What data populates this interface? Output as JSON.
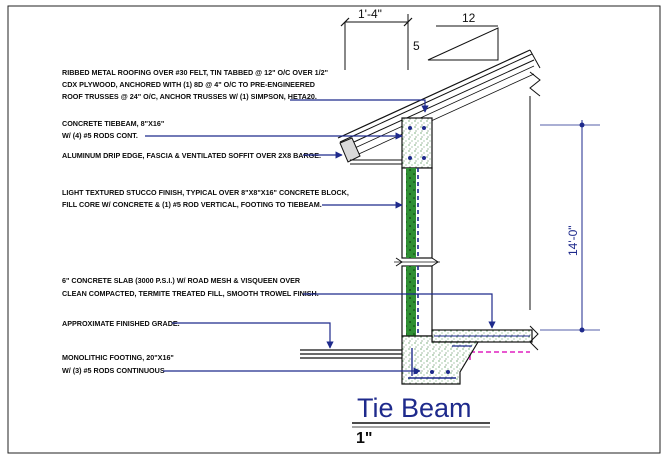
{
  "title": "Tie Beam",
  "scale": "1\"",
  "dimensions": {
    "overhang": "1'-4\"",
    "wall_height": "14'-0\"",
    "slope_run": "12",
    "slope_rise": "5"
  },
  "notes": [
    {
      "line1": "RIBBED METAL ROOFING OVER #30 FELT, TIN TABBED @ 12\" O/C OVER 1/2\"",
      "line2": "CDX PLYWOOD, ANCHORED WITH (1) 8D @ 4\" O/C TO PRE-ENGINEERED",
      "line3": "ROOF TRUSSES @ 24\" O/C, ANCHOR TRUSSES W/ (1) SIMPSON, HETA20."
    },
    {
      "line1": "CONCRETE TIEBEAM, 8\"X16\"",
      "line2": "W/ (4) #5 RODS CONT.",
      "line3": ""
    },
    {
      "line1": "ALUMINUM DRIP EDGE, FASCIA & VENTILATED SOFFIT OVER 2X8 BARGE.",
      "line2": "",
      "line3": ""
    },
    {
      "line1": "LIGHT TEXTURED STUCCO FINISH, TYPICAL OVER 8\"X8\"X16\" CONCRETE BLOCK,",
      "line2": "FILL CORE W/ CONCRETE & (1) #5 ROD VERTICAL, FOOTING TO TIEBEAM.",
      "line3": ""
    },
    {
      "line1": "6\" CONCRETE SLAB (3000 P.S.I.) W/ ROAD MESH & VISQUEEN OVER",
      "line2": "CLEAN COMPACTED, TERMITE TREATED FILL, SMOOTH TROWEL FINISH.",
      "line3": ""
    },
    {
      "line1": "APPROXIMATE FINISHED GRADE.",
      "line2": "",
      "line3": ""
    },
    {
      "line1": "MONOLITHIC FOOTING, 20\"X16\"",
      "line2": "W/ (3) #5 RODS CONTINUOUS",
      "line3": ""
    }
  ],
  "colors": {
    "leader": "#1e2a8c",
    "concrete_fill": "#2e7d32",
    "termite_line": "#e020c0",
    "outline": "#111111"
  }
}
